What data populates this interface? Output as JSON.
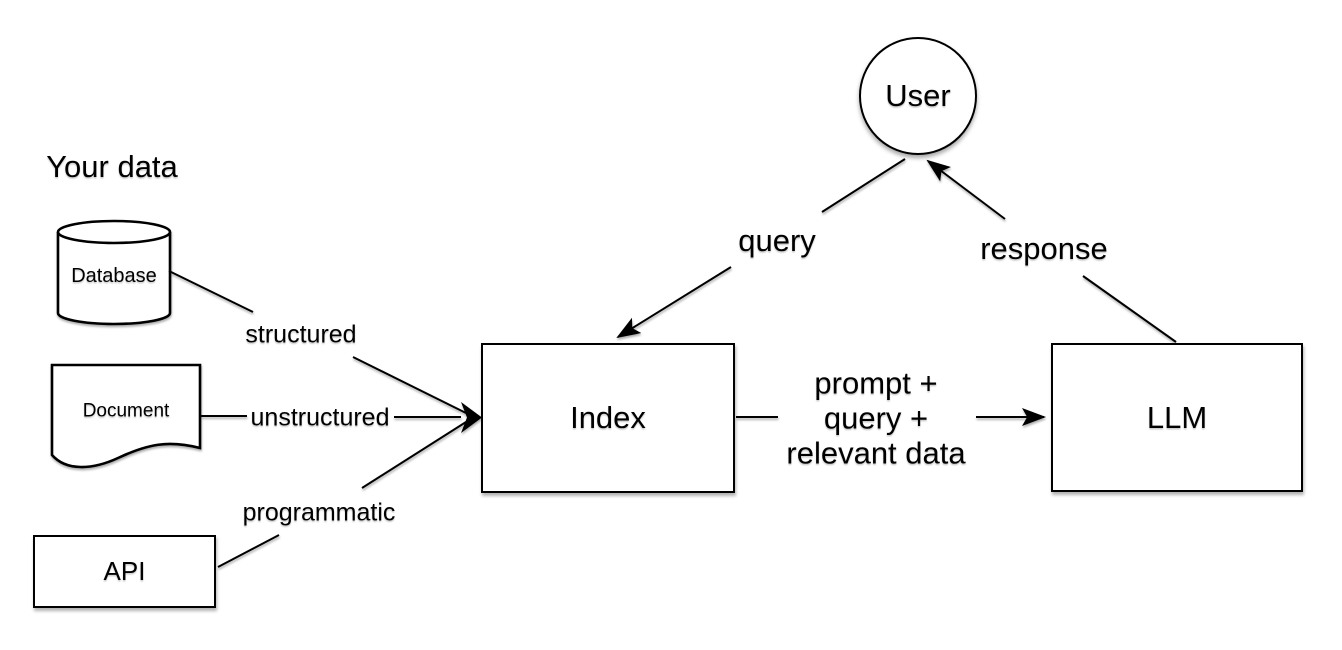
{
  "title": "Your data",
  "nodes": {
    "user": "User",
    "database": "Database",
    "document": "Document",
    "api": "API",
    "index": "Index",
    "llm": "LLM"
  },
  "labels": {
    "structured": "structured",
    "unstructured": "unstructured",
    "programmatic": "programmatic",
    "query": "query",
    "response": "response",
    "prompt": [
      "prompt +",
      "query +",
      "relevant data"
    ]
  },
  "colors": {
    "stroke": "#000000",
    "background": "#ffffff",
    "text": "#000000",
    "shape_fill": "#ffffff"
  }
}
